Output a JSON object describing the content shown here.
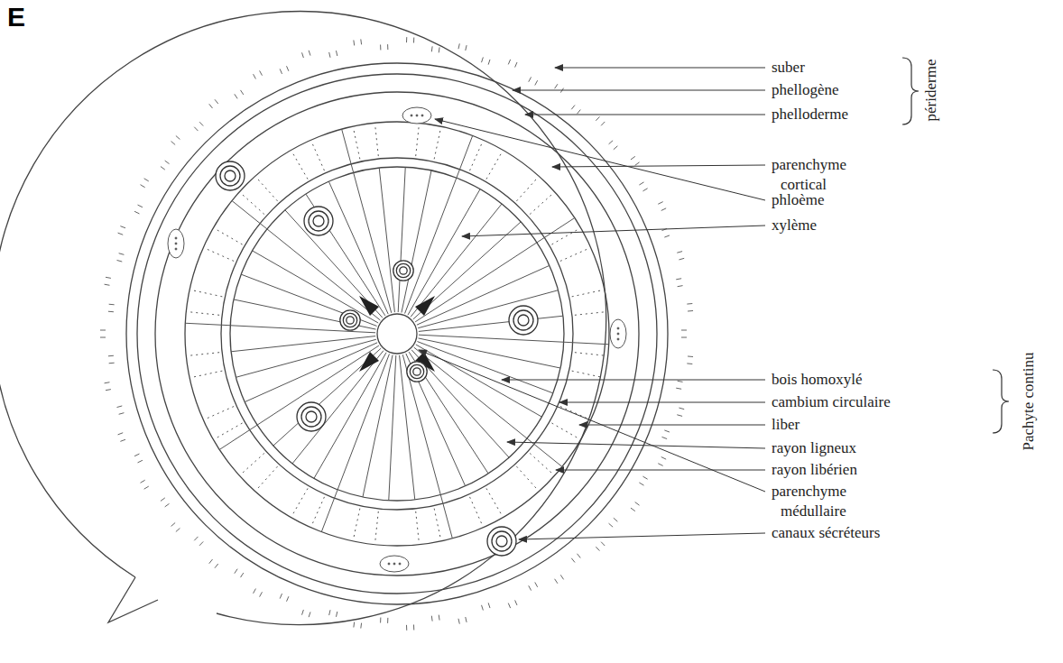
{
  "diagram": {
    "labels": [
      "E",
      "suber",
      "phellogène",
      "phelloderme",
      "parenchyme cortical",
      "phloème",
      "xylème",
      "bois homoxylé",
      "cambium circulaire",
      "liber",
      "rayon ligneux",
      "rayon libérien",
      "parenchyme médullaire",
      "canaux sécréteurs",
      "périderme",
      "Pachyte continu"
    ]
  }
}
